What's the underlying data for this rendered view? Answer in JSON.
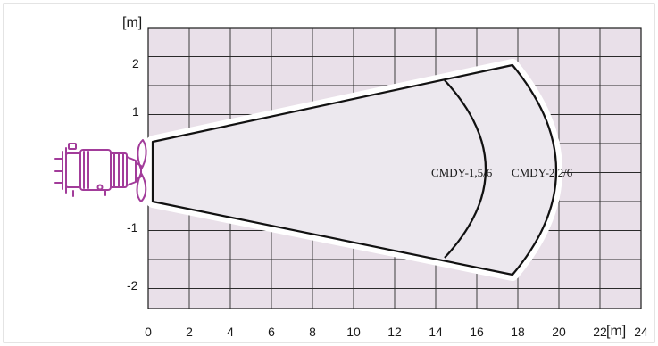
{
  "diagram": {
    "y_unit_label": "[m]",
    "x_unit_label": "[m]",
    "x_ticks": [
      "0",
      "2",
      "4",
      "6",
      "8",
      "10",
      "12",
      "14",
      "16",
      "18",
      "20",
      "22",
      "24"
    ],
    "y_ticks": [
      "2",
      "1",
      "-1",
      "-2"
    ],
    "models": [
      {
        "name": "CMDY-1,5/6",
        "range_m": 14.5,
        "half_width_m": 1.5
      },
      {
        "name": "CMDY-2,2/6",
        "range_m": 18.0,
        "half_width_m": 1.8
      }
    ],
    "colors": {
      "grid_fill": "#e9e0e9",
      "grid_line": "#1a1a1a",
      "cone_fill": "#ece8ee",
      "mixer": "#a23c9a"
    },
    "mixer_icon": "submersible-mixer-icon"
  }
}
